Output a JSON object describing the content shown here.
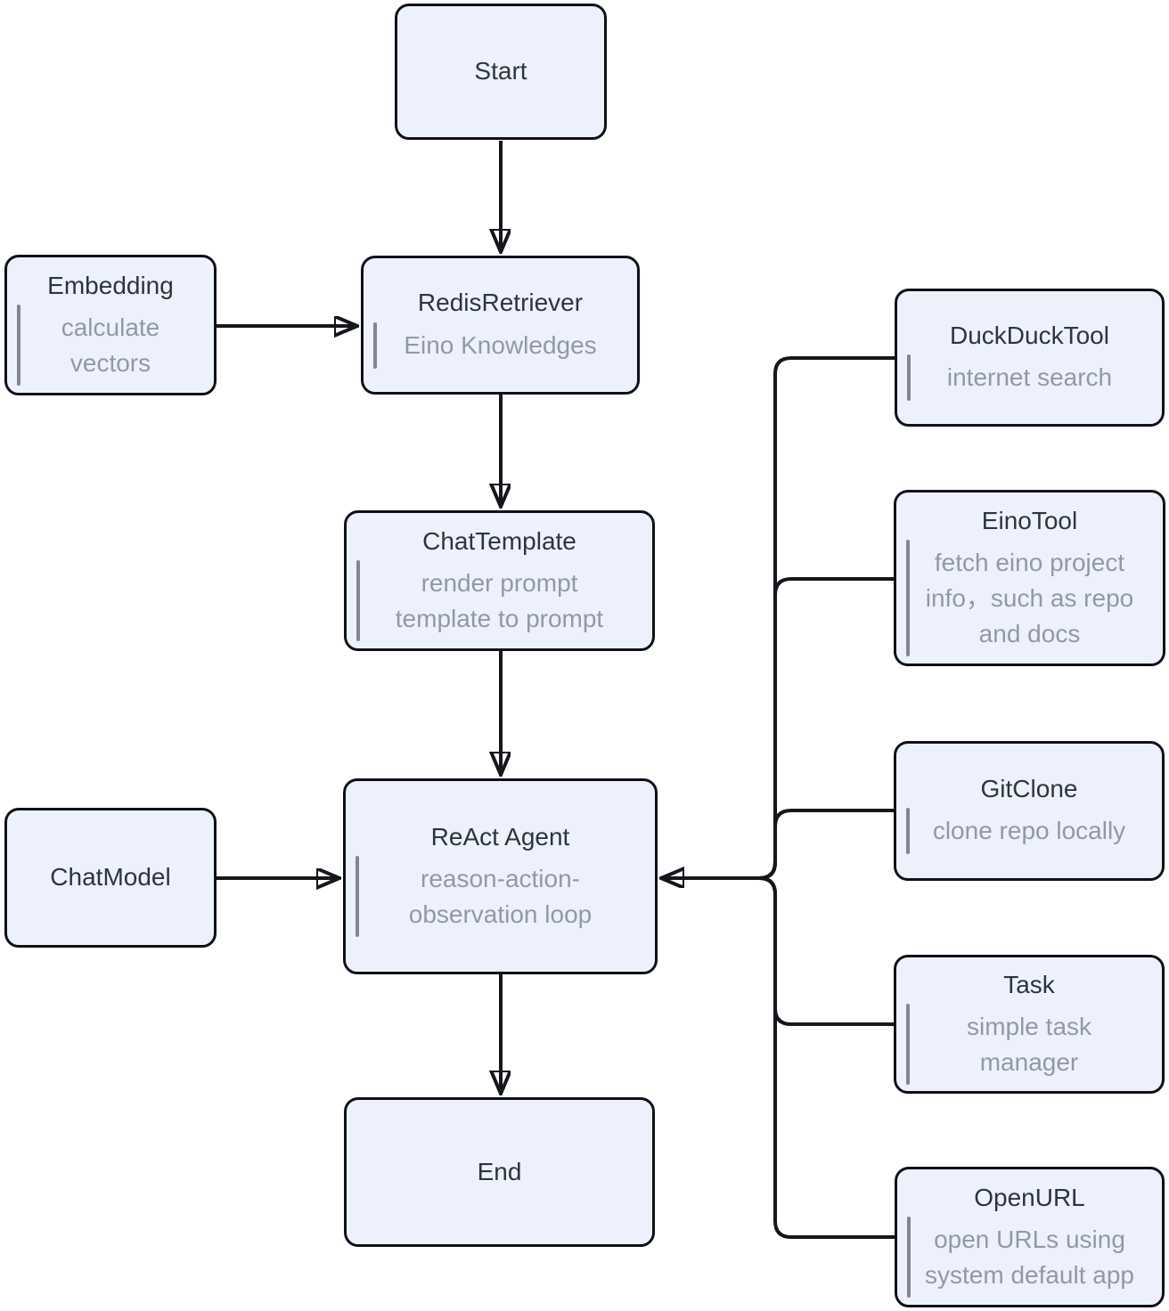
{
  "nodes": {
    "start": {
      "title": "Start"
    },
    "embedding": {
      "title": "Embedding",
      "subtitle": "calculate vectors"
    },
    "redis_retriever": {
      "title": "RedisRetriever",
      "subtitle": "Eino Knowledges"
    },
    "chat_template": {
      "title": "ChatTemplate",
      "subtitle": "render prompt template to prompt"
    },
    "chat_model": {
      "title": "ChatModel"
    },
    "react_agent": {
      "title": "ReAct Agent",
      "subtitle": "reason-action-observation loop"
    },
    "end": {
      "title": "End"
    },
    "duckduck_tool": {
      "title": "DuckDuckTool",
      "subtitle": "internet search"
    },
    "eino_tool": {
      "title": "EinoTool",
      "subtitle": "fetch eino project info，such as repo and docs"
    },
    "git_clone": {
      "title": "GitClone",
      "subtitle": "clone repo locally"
    },
    "task": {
      "title": "Task",
      "subtitle": "simple task manager"
    },
    "open_url": {
      "title": "OpenURL",
      "subtitle": "open URLs using system default app"
    }
  },
  "edges": [
    {
      "from": "start",
      "to": "redis_retriever"
    },
    {
      "from": "embedding",
      "to": "redis_retriever"
    },
    {
      "from": "redis_retriever",
      "to": "chat_template"
    },
    {
      "from": "chat_template",
      "to": "react_agent"
    },
    {
      "from": "chat_model",
      "to": "react_agent"
    },
    {
      "from": "react_agent",
      "to": "end"
    },
    {
      "from": "duckduck_tool",
      "to": "react_agent"
    },
    {
      "from": "eino_tool",
      "to": "react_agent"
    },
    {
      "from": "git_clone",
      "to": "react_agent"
    },
    {
      "from": "task",
      "to": "react_agent"
    },
    {
      "from": "open_url",
      "to": "react_agent"
    }
  ],
  "colors": {
    "node_fill": "#edf1fb",
    "node_border": "#0f1116",
    "title_text": "#2e3441",
    "subtitle_text": "#9399a3",
    "note_bar": "#82878f",
    "edge": "#15171c",
    "background": "#ffffff"
  }
}
